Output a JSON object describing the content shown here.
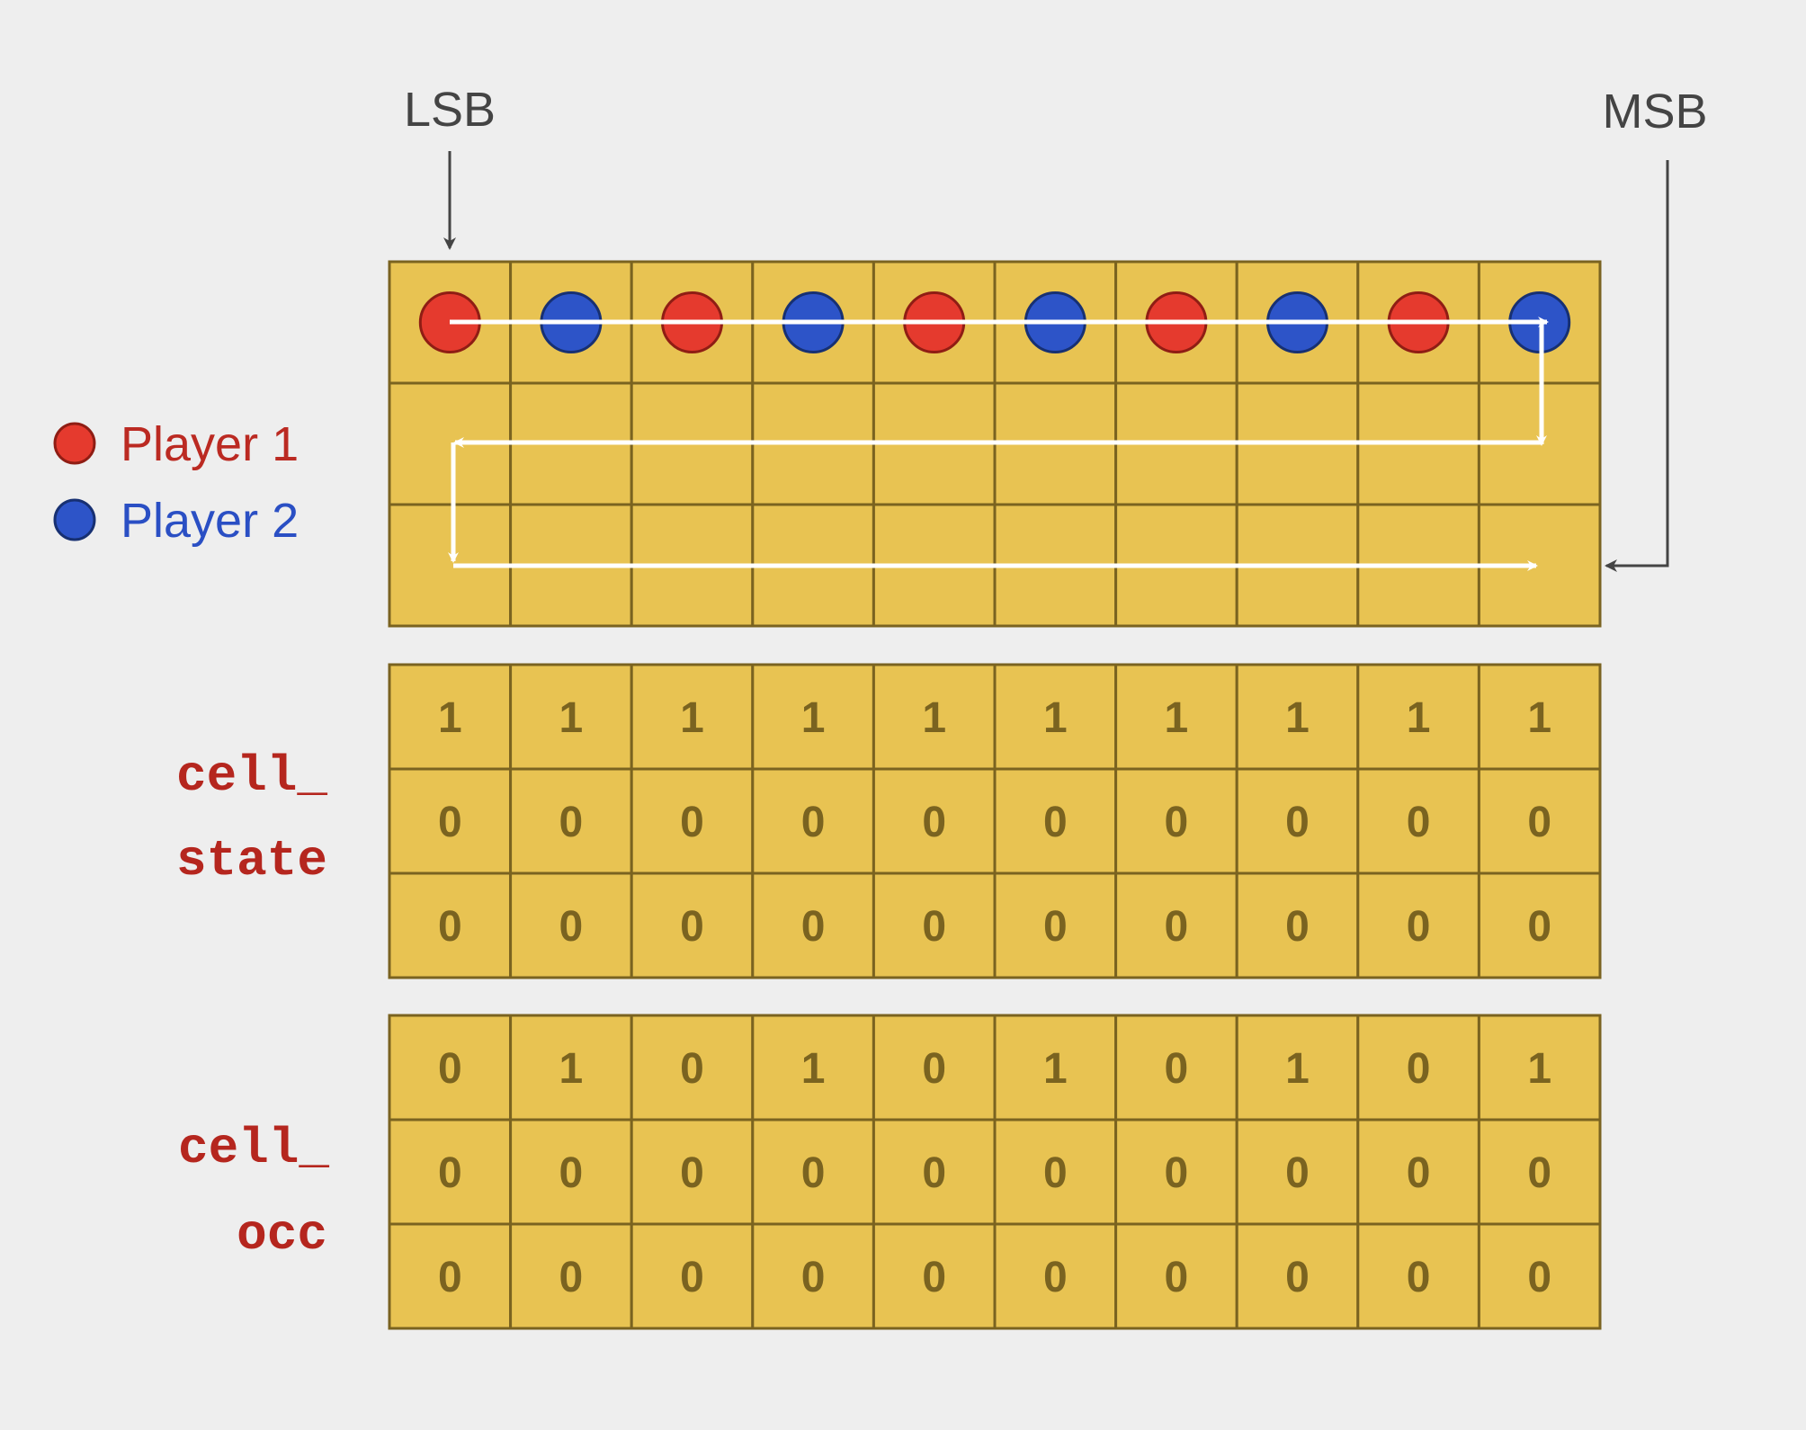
{
  "labels": {
    "lsb": "LSB",
    "msb": "MSB"
  },
  "legend": [
    {
      "label": "Player 1",
      "color": "#e53a2e",
      "stroke": "#8f1d14",
      "text_color": "#bb2a22"
    },
    {
      "label": "Player 2",
      "color": "#2d54c8",
      "stroke": "#173072",
      "text_color": "#2a4fc4"
    }
  ],
  "board": {
    "rows": 3,
    "cols": 10,
    "pieces": [
      {
        "row": 0,
        "col": 0,
        "player": 1
      },
      {
        "row": 0,
        "col": 1,
        "player": 2
      },
      {
        "row": 0,
        "col": 2,
        "player": 1
      },
      {
        "row": 0,
        "col": 3,
        "player": 2
      },
      {
        "row": 0,
        "col": 4,
        "player": 1
      },
      {
        "row": 0,
        "col": 5,
        "player": 2
      },
      {
        "row": 0,
        "col": 6,
        "player": 1
      },
      {
        "row": 0,
        "col": 7,
        "player": 2
      },
      {
        "row": 0,
        "col": 8,
        "player": 1
      },
      {
        "row": 0,
        "col": 9,
        "player": 2
      }
    ]
  },
  "cell_state": {
    "label_lines": [
      "cell_",
      "state"
    ],
    "bits": [
      [
        "1",
        "1",
        "1",
        "1",
        "1",
        "1",
        "1",
        "1",
        "1",
        "1"
      ],
      [
        "0",
        "0",
        "0",
        "0",
        "0",
        "0",
        "0",
        "0",
        "0",
        "0"
      ],
      [
        "0",
        "0",
        "0",
        "0",
        "0",
        "0",
        "0",
        "0",
        "0",
        "0"
      ]
    ]
  },
  "cell_occ": {
    "label_lines": [
      "cell_",
      "occ"
    ],
    "bits": [
      [
        "0",
        "1",
        "0",
        "1",
        "0",
        "1",
        "0",
        "1",
        "0",
        "1"
      ],
      [
        "0",
        "0",
        "0",
        "0",
        "0",
        "0",
        "0",
        "0",
        "0",
        "0"
      ],
      [
        "0",
        "0",
        "0",
        "0",
        "0",
        "0",
        "0",
        "0",
        "0",
        "0"
      ]
    ]
  },
  "colors": {
    "background": "#eeeeee",
    "cell_fill": "#e8c352",
    "cell_border": "#7a6320",
    "bit_text": "#7a6320",
    "path_arrow": "#ffffff",
    "pointer_arrow": "#444444",
    "var_label": "#b5261e",
    "lsb_msb_text": "#444444"
  }
}
